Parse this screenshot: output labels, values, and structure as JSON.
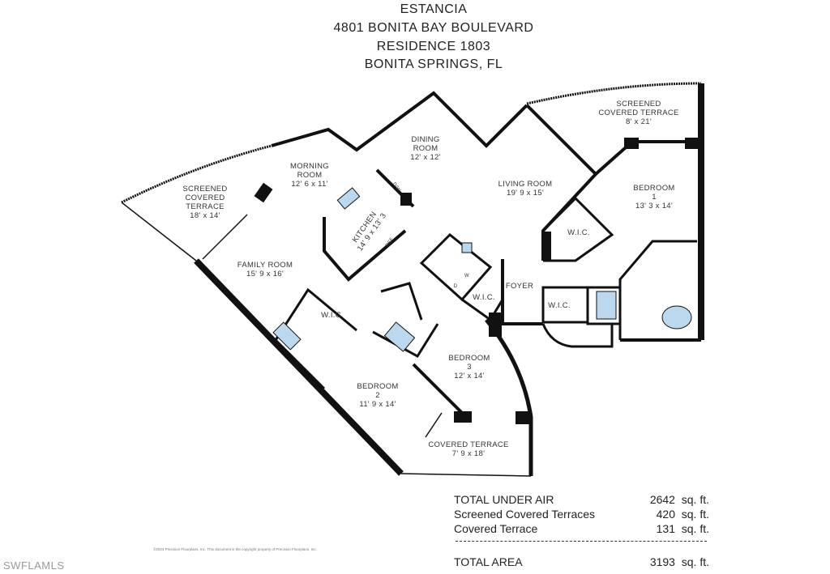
{
  "header": {
    "lines": [
      "ESTANCIA",
      "4801 BONITA BAY BOULEVARD",
      "RESIDENCE 1803",
      "BONITA SPRINGS, FL"
    ]
  },
  "rooms": {
    "terrace_left": [
      "SCREENED",
      "COVERED",
      "TERRACE",
      "18' x 14'"
    ],
    "morning": [
      "MORNING",
      "ROOM",
      "12' 6 x 11'"
    ],
    "kitchen": [
      "KITCHEN",
      "14' 9 x 13' 3"
    ],
    "family": [
      "FAMILY ROOM",
      "15' 9 x 16'"
    ],
    "dining": [
      "DINING",
      "ROOM",
      "12' x 12'"
    ],
    "living": [
      "LIVING ROOM",
      "19' 9 x 15'"
    ],
    "terrace_right": [
      "SCREENED",
      "COVERED TERRACE",
      "8' x 21'"
    ],
    "bedroom1": [
      "BEDROOM",
      "1",
      "13' 3 x 14'"
    ],
    "wic1": "W.I.C.",
    "foyer": "FOYER",
    "wic2": "W.I.C.",
    "wic3": "W.I.C.",
    "wic4": "W.I.C.",
    "bedroom3": [
      "BEDROOM",
      "3",
      "12' x 14'"
    ],
    "bedroom2": [
      "BEDROOM",
      "2",
      "11' 9 x 14'"
    ],
    "covered_terrace": [
      "COVERED TERRACE",
      "7' 9 x 18'"
    ],
    "fixtures": {
      "ref": "REF",
      "dw": "D/W",
      "washer": "W",
      "dryer": "D"
    }
  },
  "summary": [
    {
      "label": "TOTAL UNDER AIR",
      "value": "2642",
      "unit": "sq. ft."
    },
    {
      "label": "Screened Covered Terraces",
      "value": "420",
      "unit": "sq. ft."
    },
    {
      "label": "Covered Terrace",
      "value": "131",
      "unit": "sq. ft."
    }
  ],
  "total": {
    "label": "TOTAL AREA",
    "value": "3193",
    "unit": "sq. ft."
  },
  "copyright": "©2023 Precision Floorplans, Inc. This document is the copyright property of Precision Floorplans, Inc.",
  "watermark": "SWFLAMLS",
  "colors": {
    "wall": "#111111",
    "fixture": "#bcd8ee"
  }
}
